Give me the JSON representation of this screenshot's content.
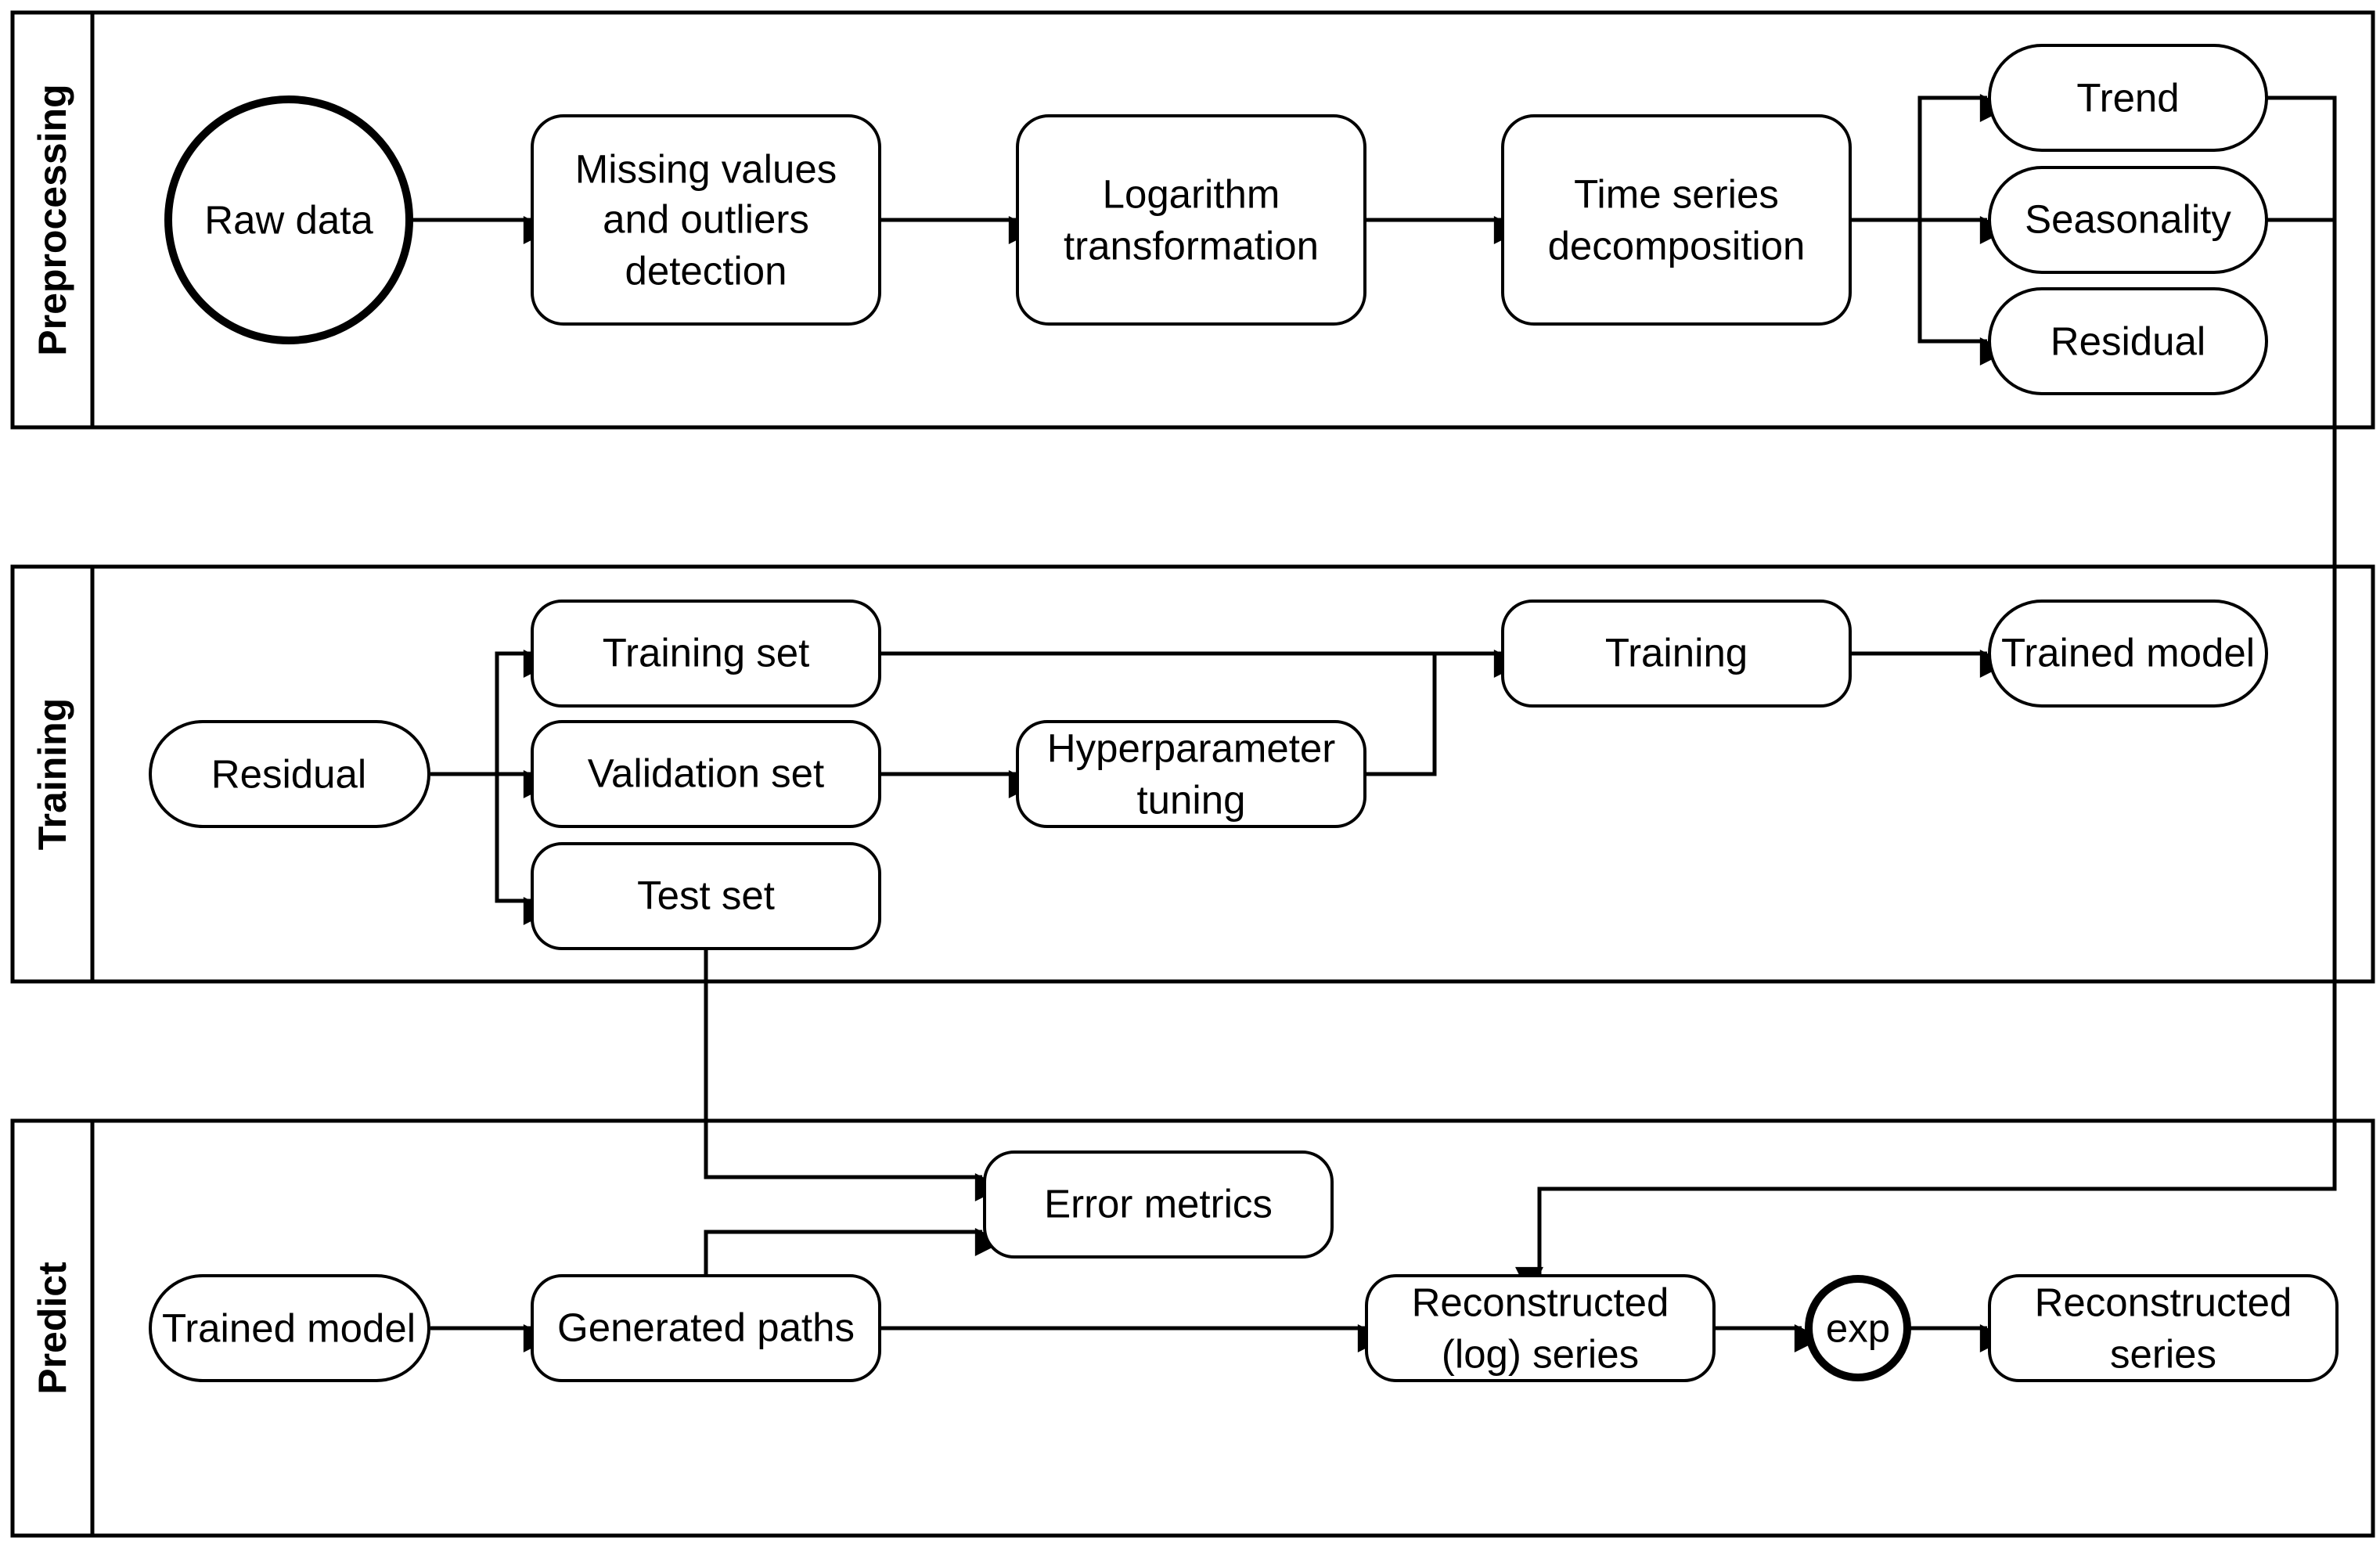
{
  "lanes": {
    "preprocessing": "Preprocessing",
    "training": "Training",
    "predict": "Predict"
  },
  "preprocessing": {
    "raw_data": "Raw data",
    "missing_values": [
      "Missing values",
      "and outliers",
      "detection"
    ],
    "logarithm": [
      "Logarithm",
      "transformation"
    ],
    "decomposition": [
      "Time series",
      "decomposition"
    ],
    "trend": "Trend",
    "seasonality": "Seasonality",
    "residual": "Residual"
  },
  "training": {
    "residual": "Residual",
    "training_set": "Training set",
    "validation_set": "Validation set",
    "test_set": "Test set",
    "hyperparameter_tuning": [
      "Hyperparameter",
      "tuning"
    ],
    "training": "Training",
    "trained_model": "Trained model"
  },
  "predict": {
    "trained_model": "Trained model",
    "generated_paths": "Generated paths",
    "error_metrics": "Error metrics",
    "reconstructed_log": [
      "Reconstructed",
      "(log) series"
    ],
    "exp": "exp",
    "reconstructed_series": [
      "Reconstructed",
      "series"
    ]
  }
}
